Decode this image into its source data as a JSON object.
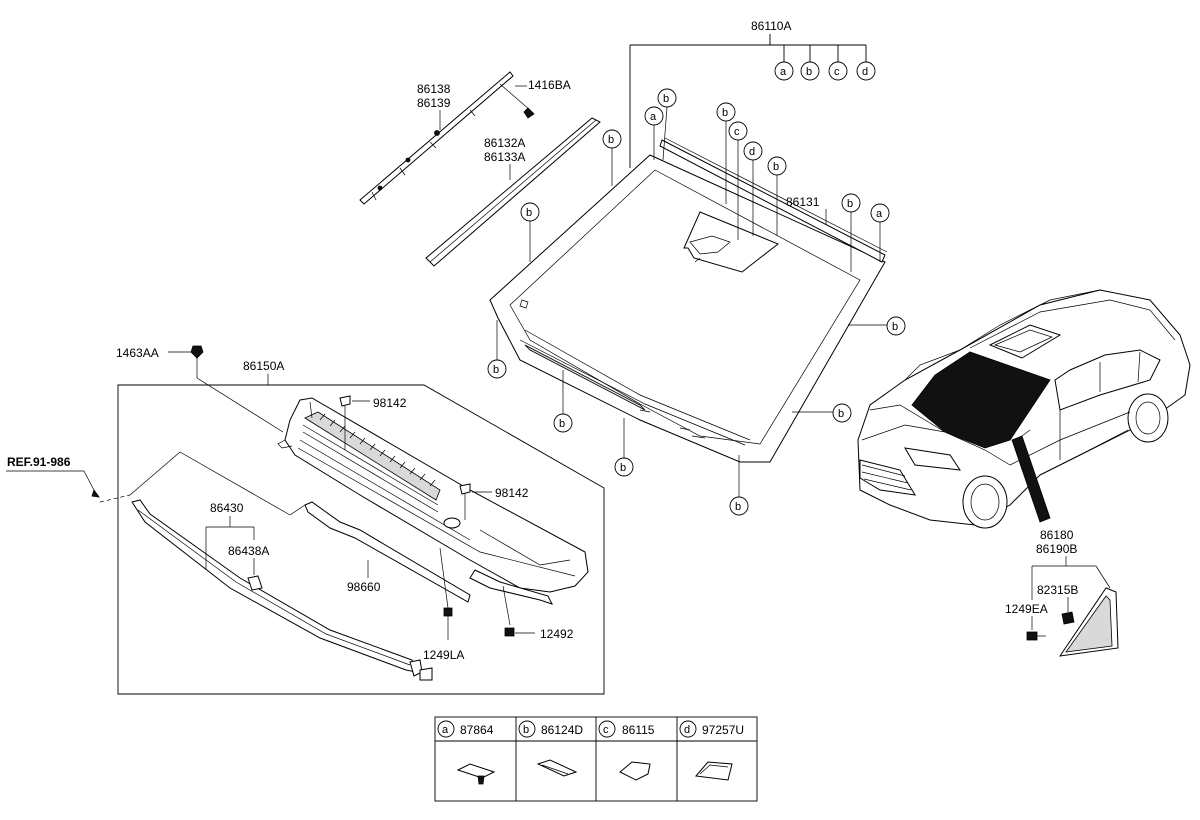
{
  "labels": {
    "p86110A": "86110A",
    "p86138": "86138",
    "p86139": "86139",
    "p1416BA": "1416BA",
    "p86132A": "86132A",
    "p86133A": "86133A",
    "p86131": "86131",
    "p1463AA": "1463AA",
    "p86150A": "86150A",
    "p98142a": "98142",
    "p98142b": "98142",
    "ref": "REF.91-986",
    "p86430": "86430",
    "p86438A": "86438A",
    "p98660": "98660",
    "p1249LA": "1249LA",
    "p12492": "12492",
    "p86180": "86180",
    "p86190B": "86190B",
    "p82315B": "82315B",
    "p1249EA": "1249EA"
  },
  "callouts": {
    "a": "a",
    "b": "b",
    "c": "c",
    "d": "d"
  },
  "legend": [
    {
      "letter": "a",
      "part": "87864"
    },
    {
      "letter": "b",
      "part": "86124D"
    },
    {
      "letter": "c",
      "part": "86115"
    },
    {
      "letter": "d",
      "part": "97257U"
    }
  ]
}
